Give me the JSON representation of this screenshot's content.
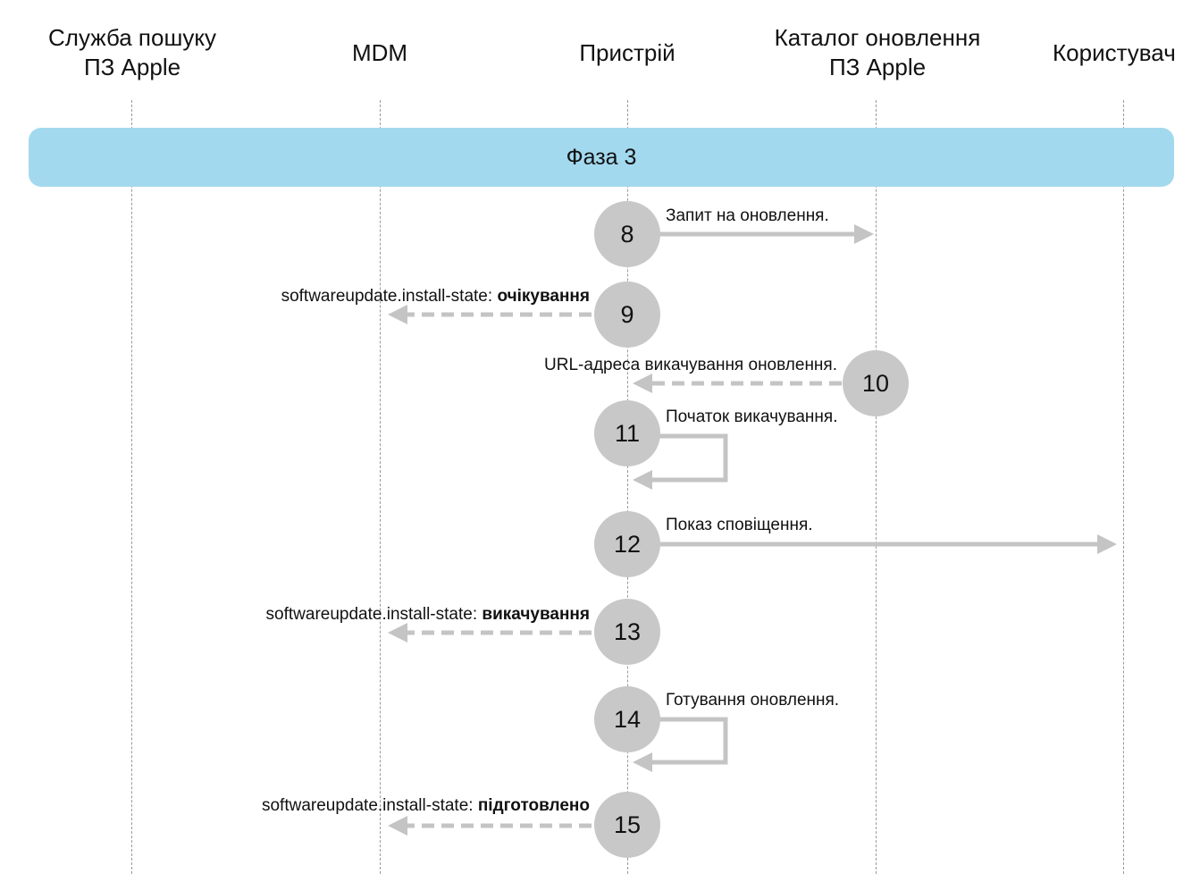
{
  "lanes": [
    {
      "line1": "Служба пошуку",
      "line2": "ПЗ Apple"
    },
    {
      "line1": "MDM",
      "line2": ""
    },
    {
      "line1": "Пристрій",
      "line2": ""
    },
    {
      "line1": "Каталог оновлення",
      "line2": "ПЗ Apple"
    },
    {
      "line1": "Користувач",
      "line2": ""
    }
  ],
  "phase": {
    "label": "Фаза 3",
    "color": "#a3d9ee"
  },
  "colors": {
    "step_fill": "#c8c8c8",
    "arrow": "#c4c4c4",
    "lifeline": "#9a9a9a"
  },
  "steps": [
    {
      "number": "8",
      "from": "Пристрій",
      "to": "Каталог оновлення ПЗ Apple",
      "style": "solid",
      "text": "Запит на оновлення.",
      "value": ""
    },
    {
      "number": "9",
      "from": "Пристрій",
      "to": "MDM",
      "style": "dashed",
      "text": "softwareupdate.install-state: ",
      "value": "очікування"
    },
    {
      "number": "10",
      "from": "Каталог оновлення ПЗ Apple",
      "to": "Пристрій",
      "style": "dashed",
      "text": "URL-адреса викачування оновлення.",
      "value": ""
    },
    {
      "number": "11",
      "from": "Пристрій",
      "to": "Пристрій",
      "style": "self",
      "text": "Початок викачування.",
      "value": ""
    },
    {
      "number": "12",
      "from": "Пристрій",
      "to": "Користувач",
      "style": "solid",
      "text": "Показ сповіщення.",
      "value": ""
    },
    {
      "number": "13",
      "from": "Пристрій",
      "to": "MDM",
      "style": "dashed",
      "text": "softwareupdate.install-state: ",
      "value": "викачування"
    },
    {
      "number": "14",
      "from": "Пристрій",
      "to": "Пристрій",
      "style": "self",
      "text": "Готування оновлення.",
      "value": ""
    },
    {
      "number": "15",
      "from": "Пристрій",
      "to": "MDM",
      "style": "dashed",
      "text": "softwareupdate.install-state: ",
      "value": "підготовлено"
    }
  ]
}
